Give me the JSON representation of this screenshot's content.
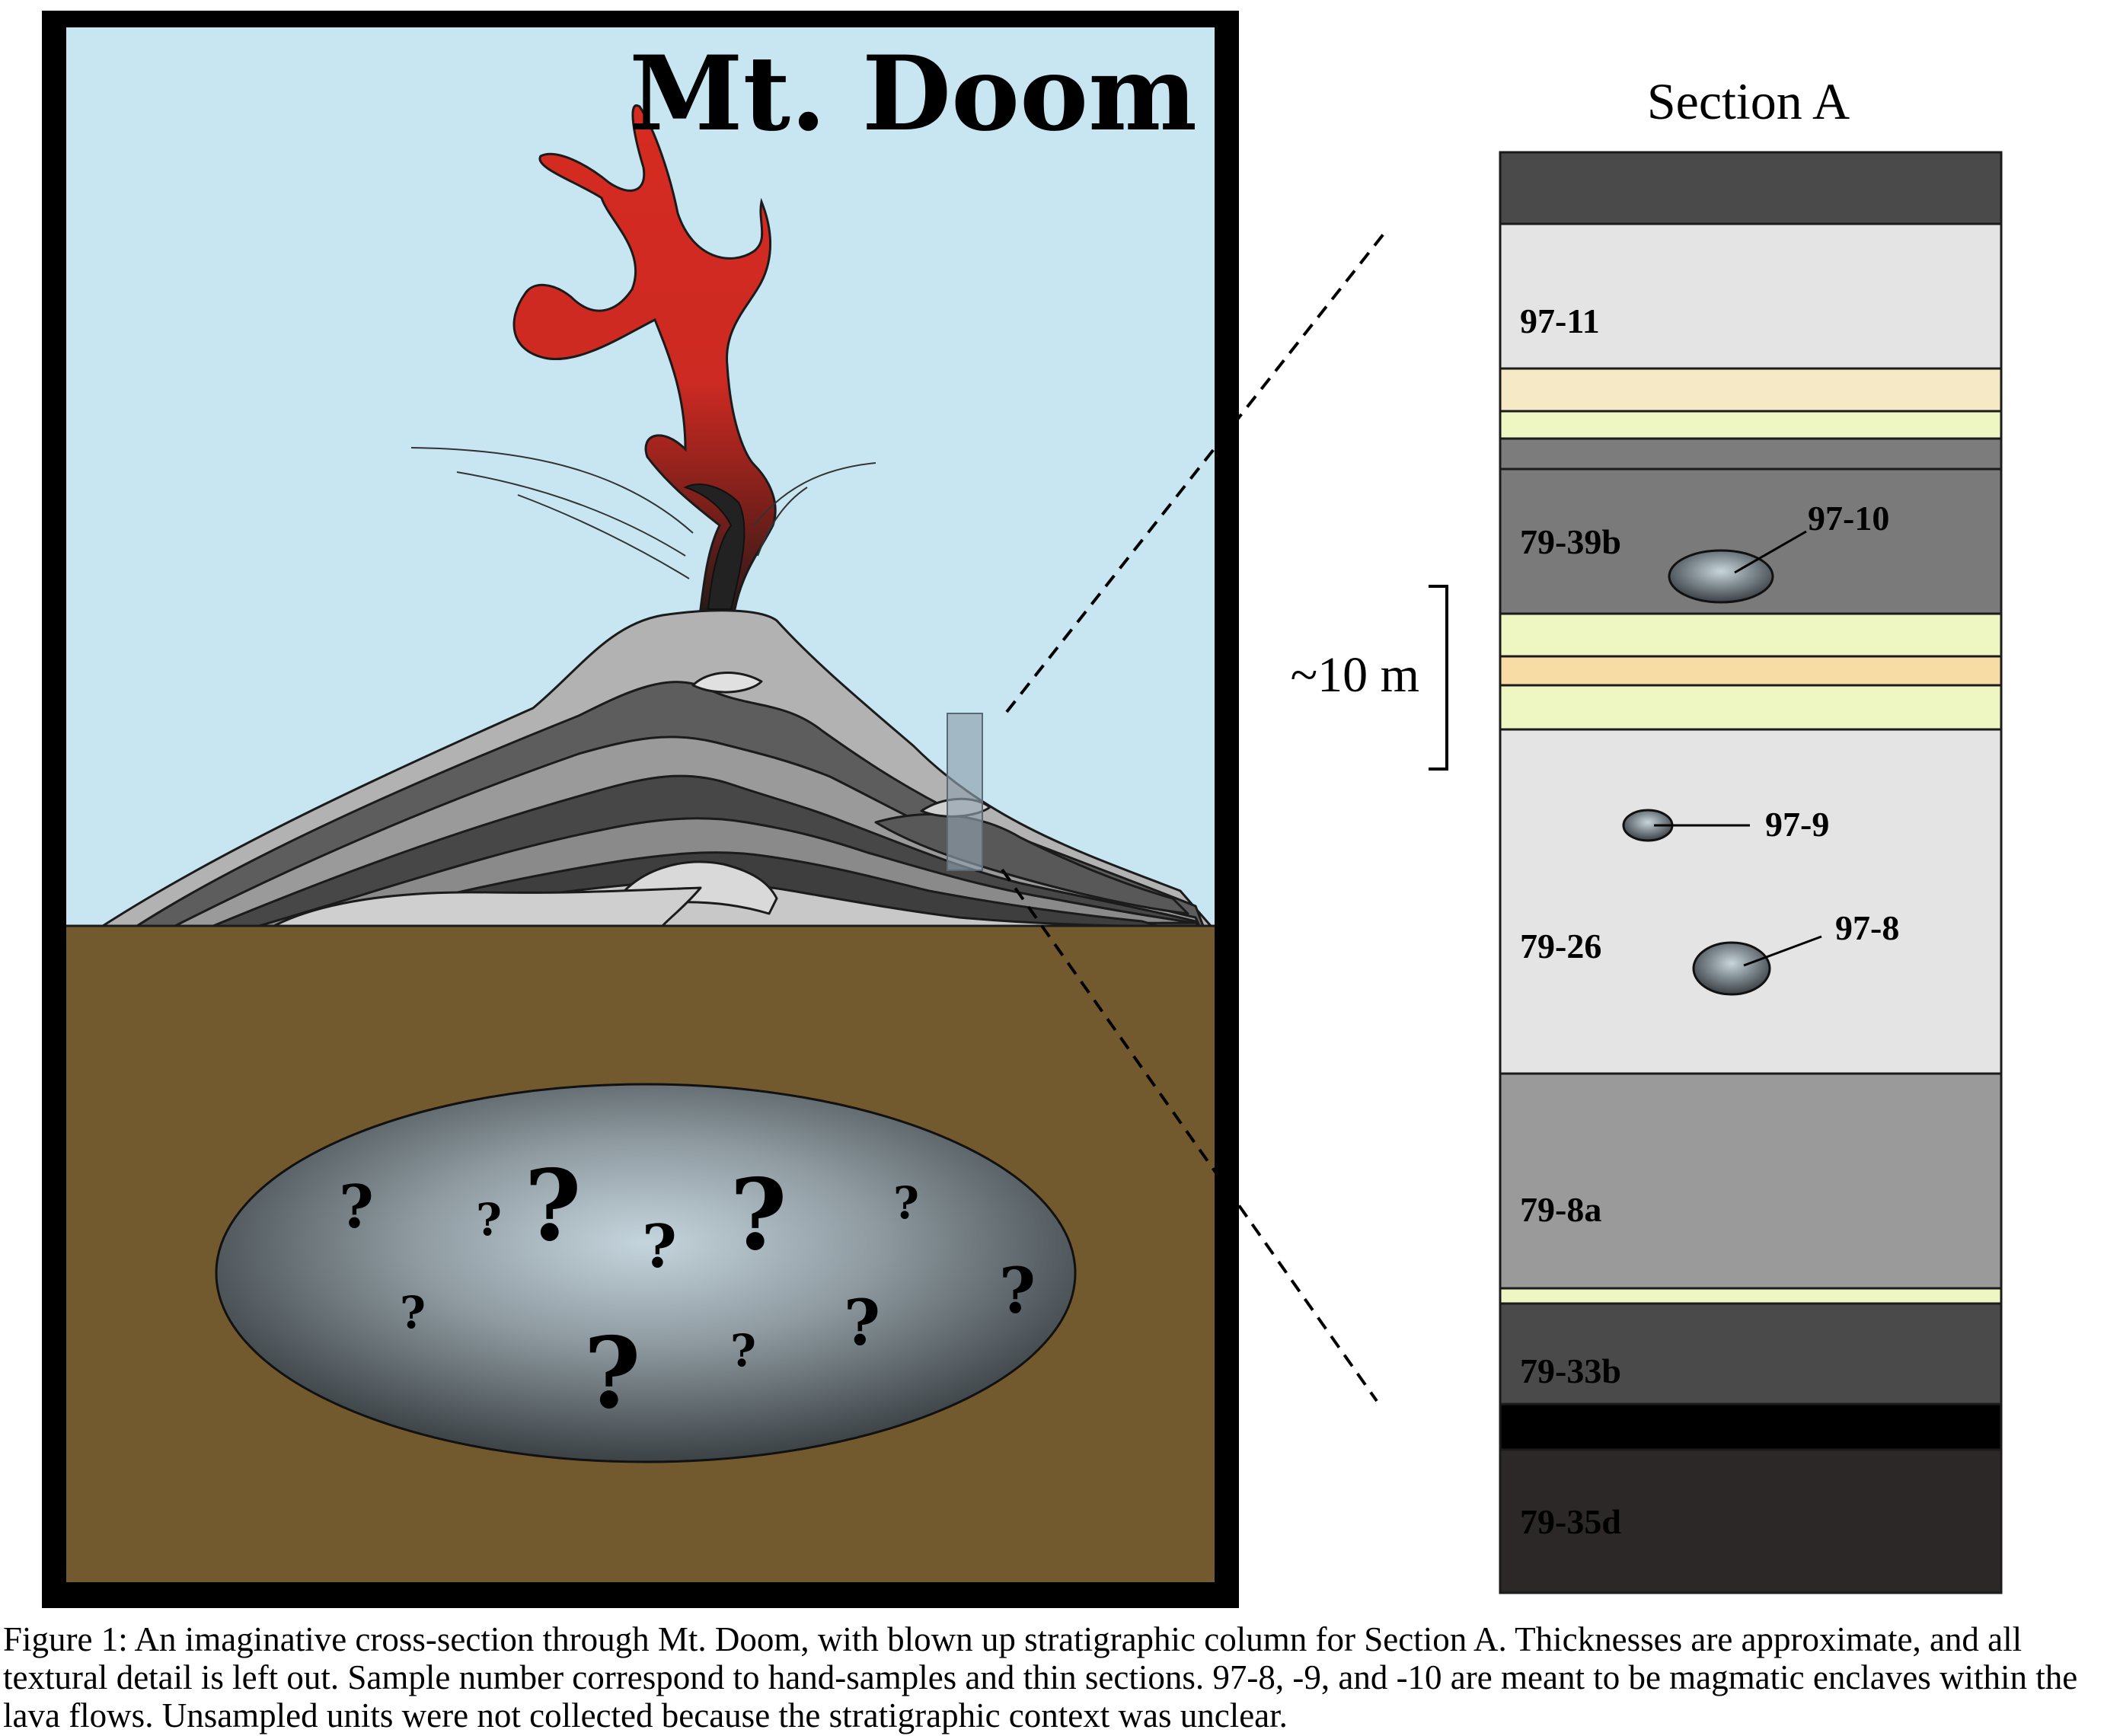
{
  "figure": {
    "volcano_title": "Mt. Doom",
    "section_title": "Section A",
    "scale_label": "~10 m",
    "units": [
      "97-11",
      "79-39b",
      "79-26",
      "79-8a",
      "79-33b",
      "79-35d"
    ],
    "enclaves": [
      "97-10",
      "97-9",
      "97-8"
    ],
    "unknown_marker": "?",
    "caption": "Figure 1:  An imaginative cross-section through Mt. Doom, with blown up stratigraphic column for Section A.  Thicknesses are approximate, and all textural detail is left out.  Sample number correspond to hand-samples and thin sections. 97-8, -9, and -10 are meant to be magmatic enclaves within the lava flows.  Unsampled units were not collected because the stratigraphic context was unclear."
  },
  "colors": {
    "sky": "#c8e6f2",
    "ground": "#735a2e",
    "frame": "#000000",
    "lava": "#d42a20",
    "magma_chamber_center": "#c2d2da",
    "magma_chamber_edge": "#3a4044",
    "layer_dark": "#4a4a4a",
    "layer_light": "#e4e4e4",
    "layer_cream": "#f6e9c6",
    "layer_lime": "#eef6c2",
    "layer_mid": "#7c7c7c",
    "layer_orange": "#f8dca6",
    "layer_gray": "#9a9a9a",
    "layer_black": "#000000",
    "layer_darkest": "#2c2828"
  }
}
